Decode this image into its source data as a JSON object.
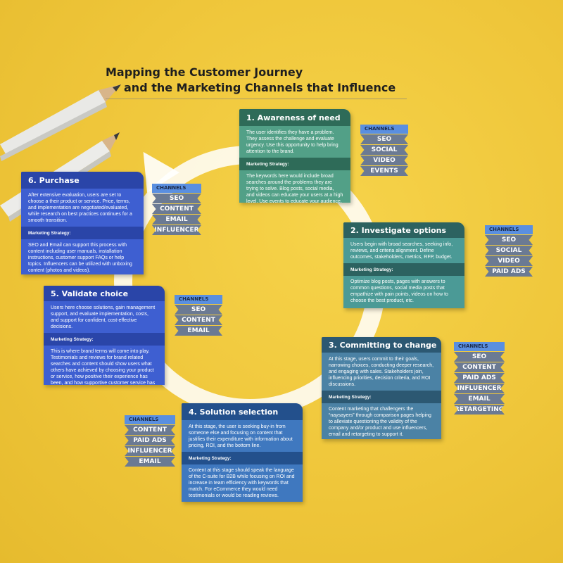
{
  "title": {
    "line1": "Mapping the Customer Journey",
    "line2": "and the Marketing Channels that Influence"
  },
  "marketing_strategy_label": "Marketing Strategy:",
  "channels_label": "CHANNELS",
  "colors": {
    "background": "#efc63a",
    "stage1": "#52a087",
    "stage2": "#4b9a96",
    "stage3": "#4b82a5",
    "stage4": "#3f78bf",
    "stage5": "#3e5fd1",
    "stage6": "#3e5fd1",
    "channel_header": "#5a8fe0",
    "channel_item": "#6b7a93"
  },
  "stages": [
    {
      "title": "1. Awareness of need",
      "description": "The user identifies they have a problem. They assess the challenge and evaluate urgency. Use this opportunity to help bring attention to the brand.",
      "strategy": "The keywords here would include broad searches around the problems they are trying to solve. Blog posts, social media, and videos can educate your users at a high level. Use events to educate your audience.",
      "channels": [
        "SEO",
        "SOCIAL",
        "VIDEO",
        "EVENTS"
      ]
    },
    {
      "title": "2. Investigate options",
      "description": "Users begin with broad searches, seeking info, reviews, and criteria alignment. Define outcomes, stakeholders, metrics, RFP, budget.",
      "strategy": "Optimize blog posts, pages with answers to common questions, social media posts that empathize with pain points, videos on how to choose the best product, etc.",
      "channels": [
        "SEO",
        "SOCIAL",
        "VIDEO",
        "PAID ADS"
      ]
    },
    {
      "title": "3. Committing to change",
      "description": "At this stage, users commit to their goals, narrowing choices, conducting deeper research, and engaging with sales. Stakeholders join, influencing priorities, decision criteria, and ROI discussions.",
      "strategy": "Content marketing that challengers the “naysayers” through comparison pages helping to alleviate questioning the validity of the company and/or product and use influencers, email and retargeting to support it.",
      "channels": [
        "SEO",
        "CONTENT",
        "PAID ADS",
        "INFLUENCER",
        "EMAIL",
        "RETARGETING"
      ]
    },
    {
      "title": "4. Solution selection",
      "description": "At this stage, the user is seeking buy-in from someone else and focusing on content that justifies their expenditure with information about pricing, ROI, and the bottom line.",
      "strategy": "Content at this stage should speak the language of the C-suite for B2B while focusing on ROI and increase in team efficiency with keywords that match. For eCommerce they would need testimonials or would be reading reviews.",
      "channels": [
        "CONTENT",
        "PAID ADS",
        "INFLUENCER",
        "EMAIL"
      ]
    },
    {
      "title": "5. Validate choice",
      "description": "Users here choose solutions, gain management support, and evaluate implementation, costs, and support for confident, cost-effective decisions.",
      "strategy": "This is where brand terms will come into play. Testimonials and reviews for brand related searches and content should show users what others have achieved by choosing your product or service, how positive their experience has been, and how supportive customer service has been.",
      "channels": [
        "SEO",
        "CONTENT",
        "EMAIL"
      ]
    },
    {
      "title": "6. Purchase",
      "description": "After extensive evaluation, users are set to choose a their product or service. Price, terms, and implementation are negotiated/evaluated, while research on best practices continues for a smooth transition.",
      "strategy": "SEO and Email can support this process with content including user manuals, installation instructions, customer support FAQs or help topics. Influencers can be utilized with unboxing content (photos and videos).",
      "channels": [
        "SEO",
        "CONTENT",
        "EMAIL",
        "INFLUENCER"
      ]
    }
  ]
}
